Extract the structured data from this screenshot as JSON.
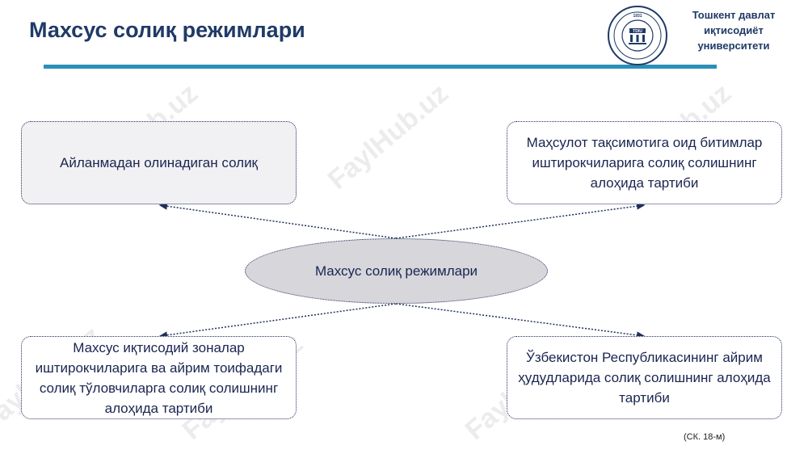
{
  "slide": {
    "title": "Махсус солиқ режимлари",
    "university": {
      "line1": "Тошкент давлат",
      "line2": "иқтисодиёт",
      "line3": "университети",
      "logo_text": "TDIU",
      "logo_year": "1931"
    },
    "footnote": "(СК. 18-м)"
  },
  "diagram": {
    "center": "Махсус солиқ режимлари",
    "top_left": "Айланмадан олинадиган солиқ",
    "top_right": "Маҳсулот тақсимотига оид битимлар иштирокчиларига солиқ солишнинг алоҳида тартиби",
    "bottom_left": "Махсус иқтисодий зоналар иштирокчиларига ва айрим тоифадаги солиқ тўловчиларга солиқ солишнинг алоҳида тартиби",
    "bottom_right": "Ўзбекистон Республикасининг айрим ҳудудларида солиқ солишнинг алоҳида тартиби"
  },
  "watermark": "FaylHub.uz",
  "colors": {
    "title": "#1f3a66",
    "accent": "#2b8fb8",
    "center_fill": "#d6d6db",
    "box_border": "#1f2f5a"
  }
}
